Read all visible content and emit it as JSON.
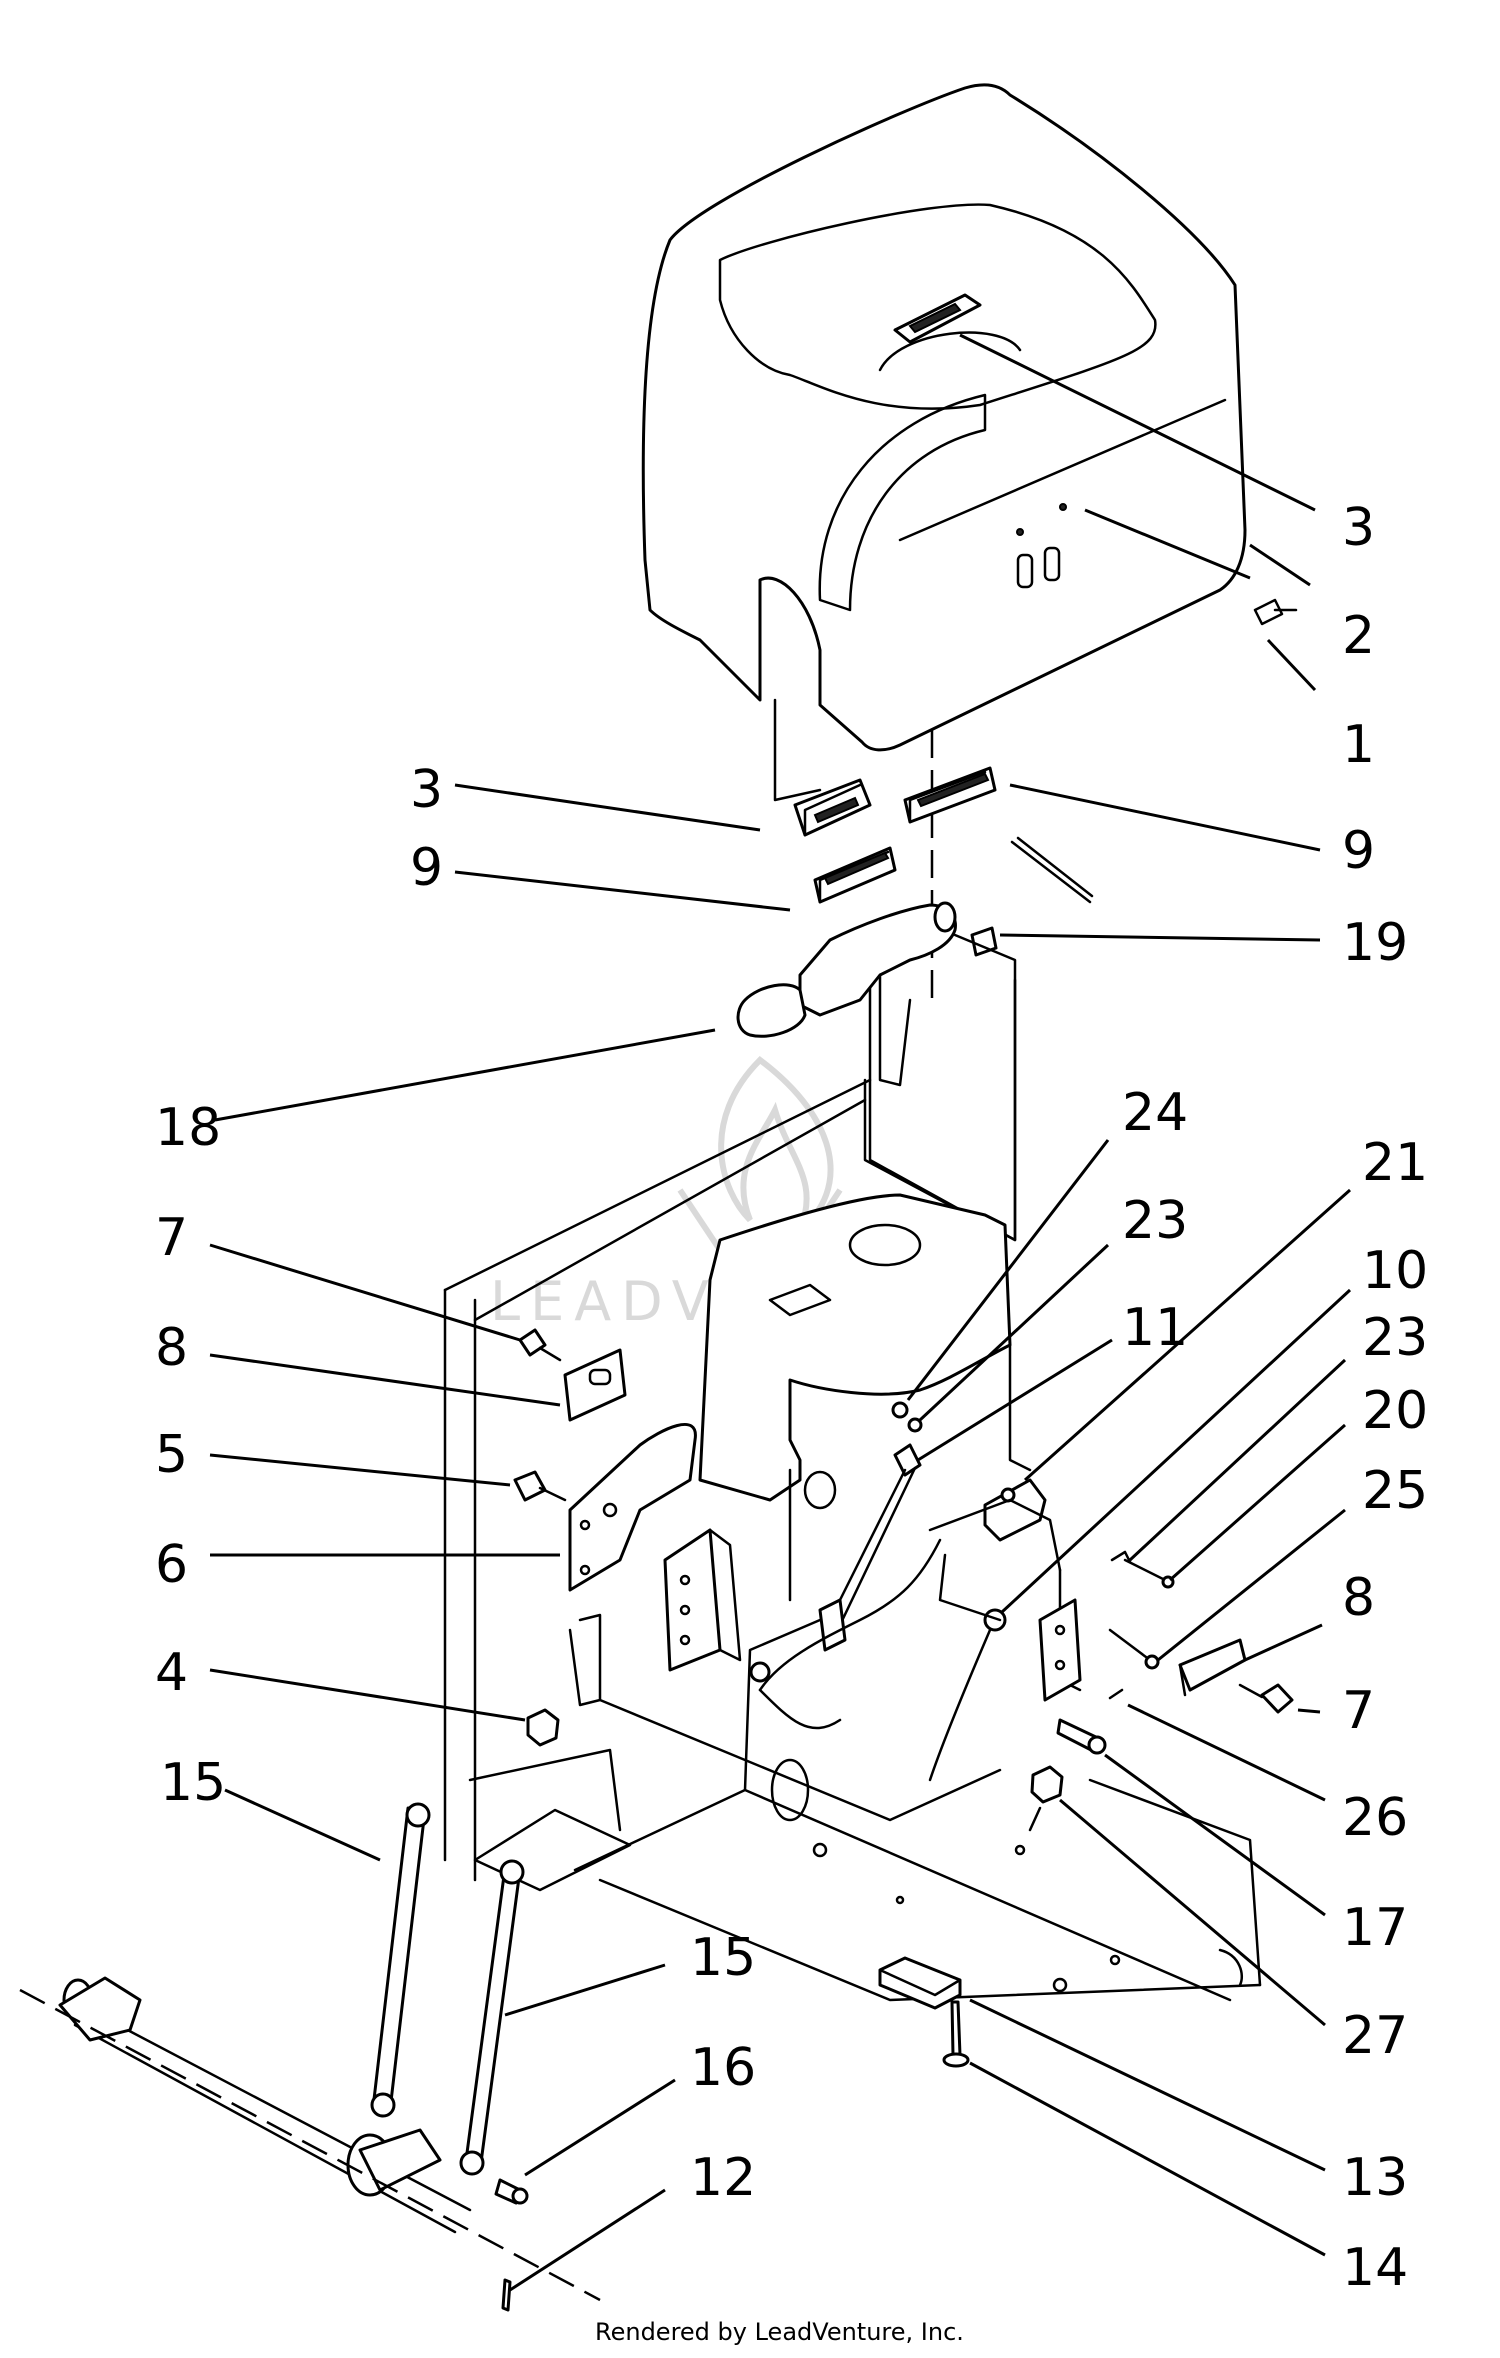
{
  "diagram": {
    "footer": "Rendered by LeadVenture, Inc.",
    "watermark": "LEADVENTURE",
    "callouts": [
      {
        "id": "c3a",
        "label": "3"
      },
      {
        "id": "c2",
        "label": "2"
      },
      {
        "id": "c1",
        "label": "1"
      },
      {
        "id": "c3b",
        "label": "3"
      },
      {
        "id": "c9a",
        "label": "9"
      },
      {
        "id": "c9b",
        "label": "9"
      },
      {
        "id": "c19",
        "label": "19"
      },
      {
        "id": "c18",
        "label": "18"
      },
      {
        "id": "c24",
        "label": "24"
      },
      {
        "id": "c21",
        "label": "21"
      },
      {
        "id": "c23a",
        "label": "23"
      },
      {
        "id": "c10",
        "label": "10"
      },
      {
        "id": "c11",
        "label": "11"
      },
      {
        "id": "c23b",
        "label": "23"
      },
      {
        "id": "c20",
        "label": "20"
      },
      {
        "id": "c25",
        "label": "25"
      },
      {
        "id": "c7a",
        "label": "7"
      },
      {
        "id": "c8a",
        "label": "8"
      },
      {
        "id": "c5",
        "label": "5"
      },
      {
        "id": "c6",
        "label": "6"
      },
      {
        "id": "c8b",
        "label": "8"
      },
      {
        "id": "c4",
        "label": "4"
      },
      {
        "id": "c7b",
        "label": "7"
      },
      {
        "id": "c26",
        "label": "26"
      },
      {
        "id": "c15a",
        "label": "15"
      },
      {
        "id": "c17",
        "label": "17"
      },
      {
        "id": "c15b",
        "label": "15"
      },
      {
        "id": "c27",
        "label": "27"
      },
      {
        "id": "c16",
        "label": "16"
      },
      {
        "id": "c13",
        "label": "13"
      },
      {
        "id": "c12",
        "label": "12"
      },
      {
        "id": "c14",
        "label": "14"
      }
    ]
  }
}
